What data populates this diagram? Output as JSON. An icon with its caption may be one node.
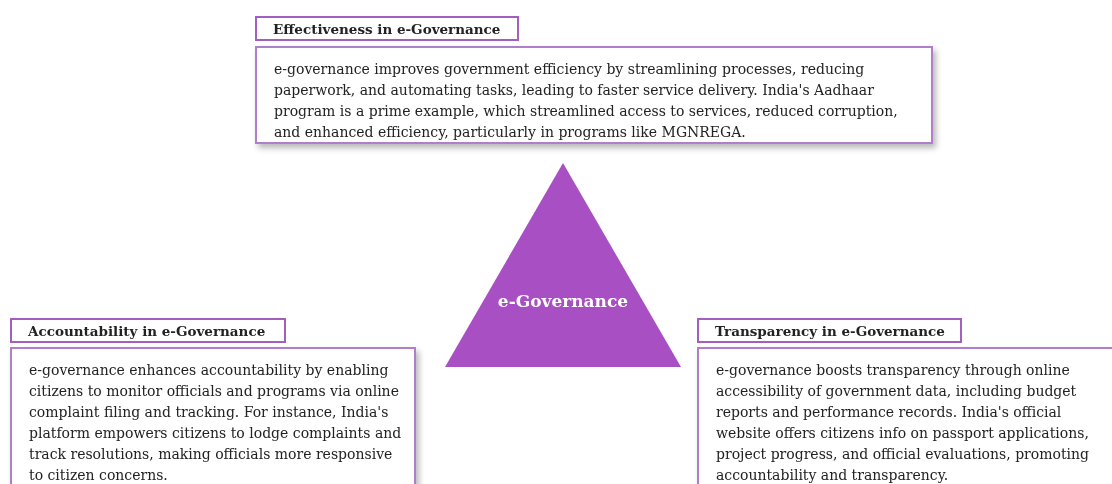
{
  "diagram": {
    "nodes": [
      {
        "text": [
          "Effectiveness in e-Governance"
        ]
      },
      {
        "text": [
          "e-governance improves government efficiency by streamlining processes, reducing paperwork, and automating tasks, leading to faster service delivery. India's Aadhaar program is a prime example, which streamlined access to services, reduced corruption, and enhanced efficiency, particularly in programs like MGNREGA."
        ]
      },
      {
        "text": [
          "e-Governance"
        ]
      },
      {
        "text": [
          "Accountability in e-Governance"
        ]
      },
      {
        "text": [
          "e-governance enhances accountability by enabling citizens to monitor officials and programs via online complaint filing and tracking. For instance, India's platform empowers citizens to lodge complaints and track resolutions, making officials more responsive to citizen concerns."
        ]
      },
      {
        "text": [
          "Transparency in e-Governance"
        ]
      },
      {
        "text": [
          "e-governance boosts transparency through online accessibility of government data, including budget reports and performance records. India's official website offers citizens info on passport applications, project progress, and official evaluations, promoting accountability and transparency."
        ]
      }
    ]
  }
}
